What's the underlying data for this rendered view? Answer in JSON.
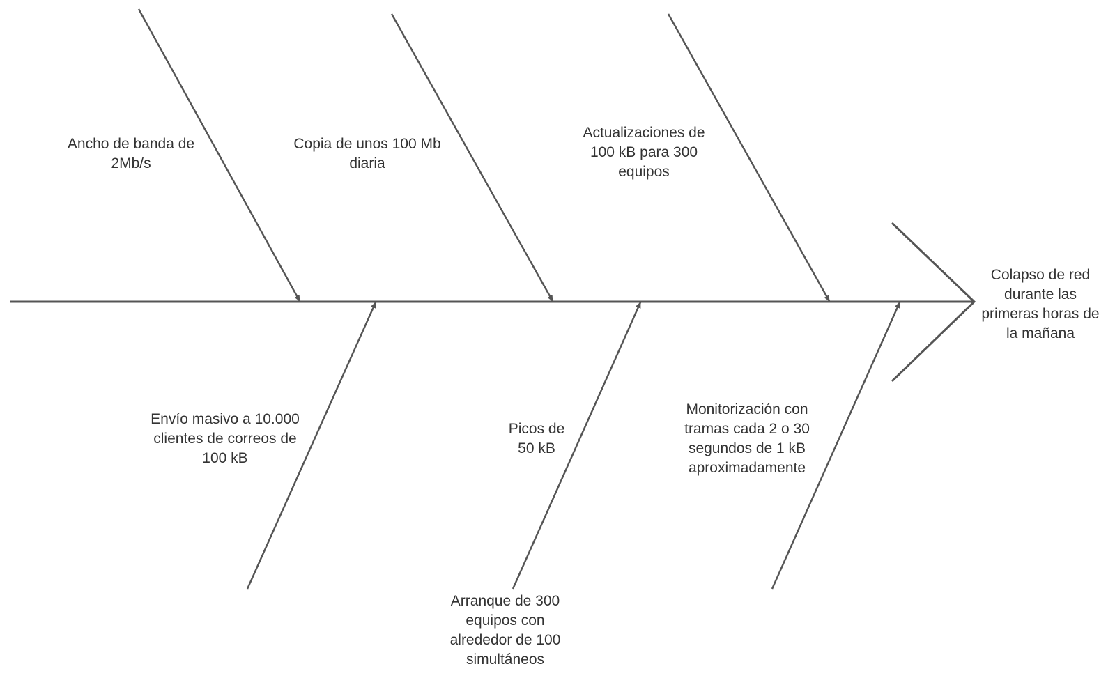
{
  "diagram": {
    "type": "fishbone",
    "line_color": "#555555",
    "text_color": "#333333",
    "effect": "Colapso de red\ndurante las\nprimeras horas de\nla mañana",
    "causes_top": [
      "Ancho de banda de\n2Mb/s",
      "Copia de unos 100 Mb\ndiaria",
      "Actualizaciones de\n100 kB para 300\nequipos"
    ],
    "causes_bottom": [
      "Envío masivo a 10.000\nclientes de correos de\n100 kB",
      "Picos de\n50 kB",
      "Monitorización con\ntramas cada 2 o 30\nsegundos de 1 kB\naproximadamente",
      "Arranque de 300\nequipos con\nalrededor de 100\nsimultáneos"
    ]
  }
}
